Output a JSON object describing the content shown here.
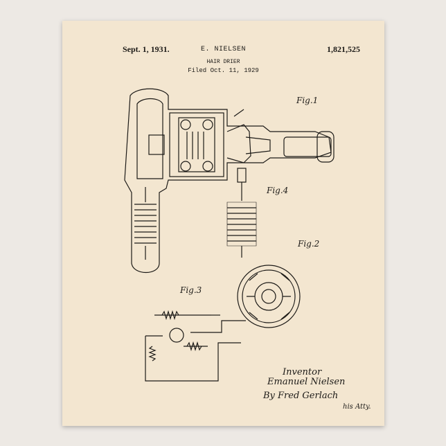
{
  "poster": {
    "date": "Sept. 1, 1931.",
    "inventor_name": "E. NIELSEN",
    "patent_number": "1,821,525",
    "title": "HAIR DRIER",
    "filed": "Filed Oct. 11, 1929",
    "figures": [
      "Fig.1",
      "Fig.4",
      "Fig.2",
      "Fig.3"
    ],
    "signature": {
      "label": "Inventor",
      "name": "Emanuel Nielsen",
      "by": "By Fred Gerlach",
      "atty": "his Atty."
    }
  },
  "colors": {
    "paper": "#f3e6d0",
    "ink": "#1c1a17",
    "background": "#ede9e4"
  }
}
